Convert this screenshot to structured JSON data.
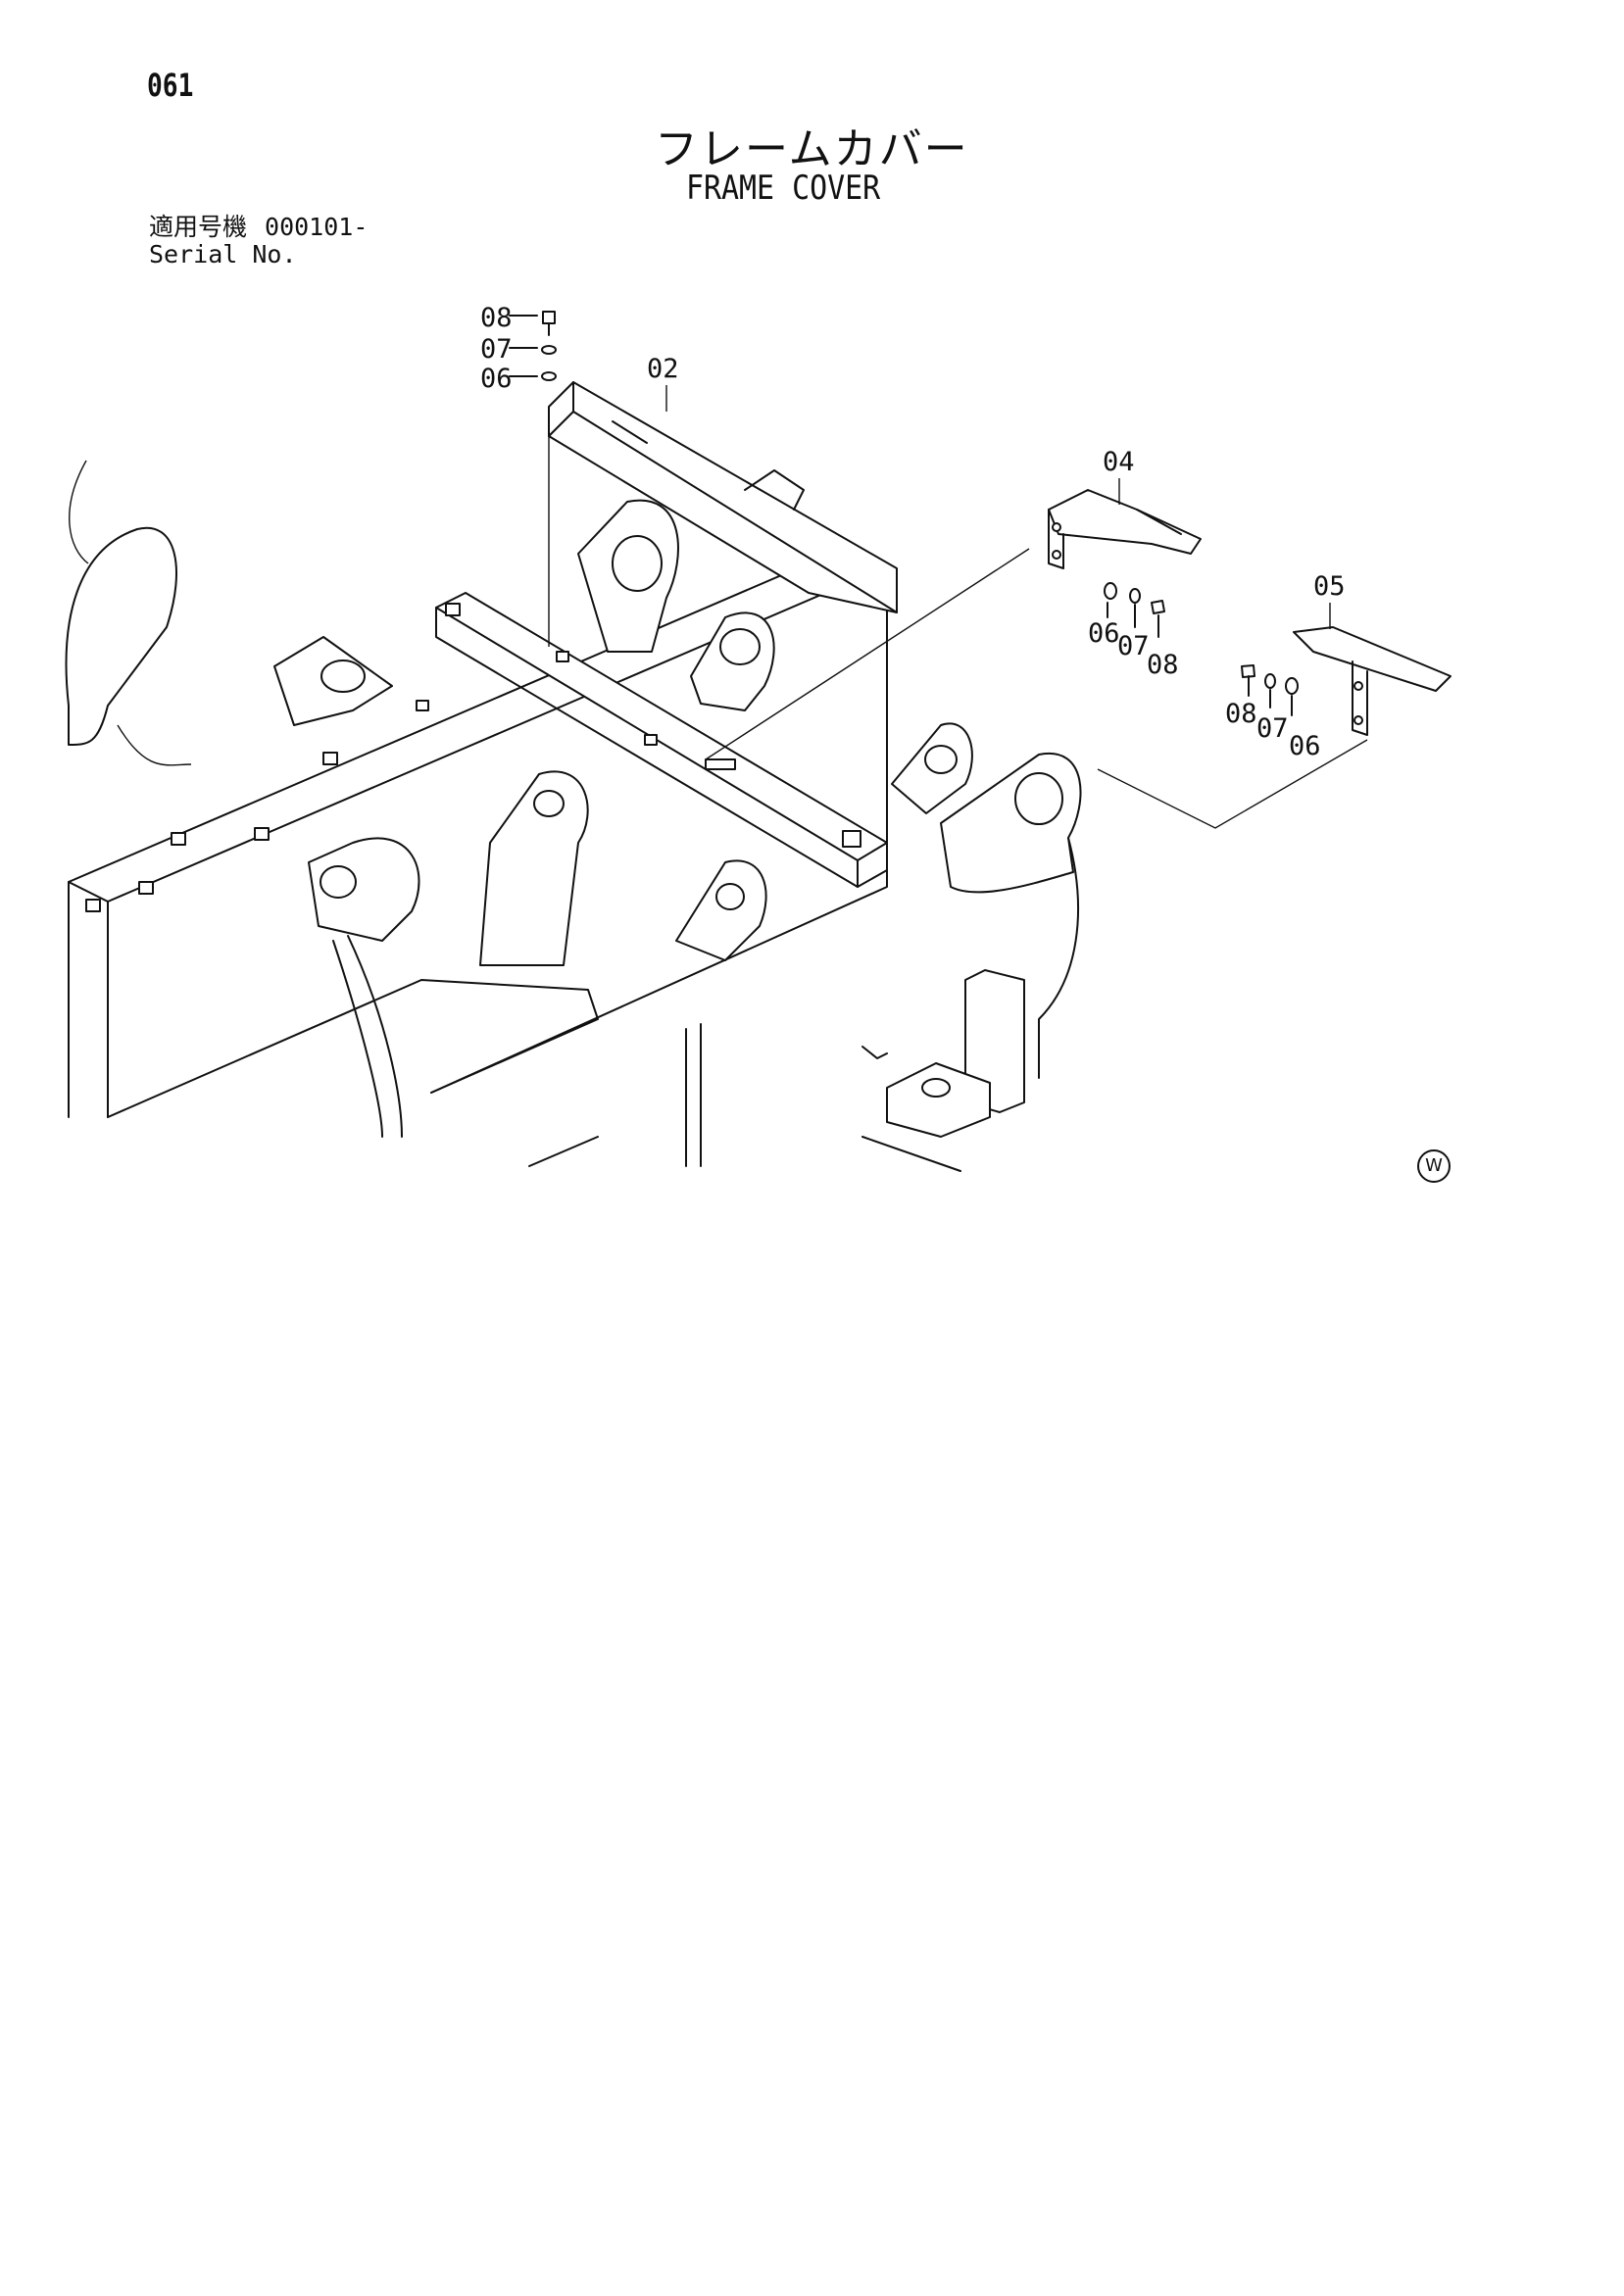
{
  "page": {
    "number": "061"
  },
  "title": {
    "japanese": "フレームカバー",
    "english": "FRAME COVER"
  },
  "serial": {
    "label_jp": "適用号機",
    "label_en": "Serial No.",
    "value": "000101-"
  },
  "callouts": {
    "c02": "02",
    "c04": "04",
    "c05": "05",
    "top_08": "08",
    "top_07": "07",
    "top_06": "06",
    "left_06": "06",
    "left_07": "07",
    "left_08": "08",
    "right_08": "08",
    "right_07": "07",
    "right_06": "06"
  },
  "mark": "W"
}
